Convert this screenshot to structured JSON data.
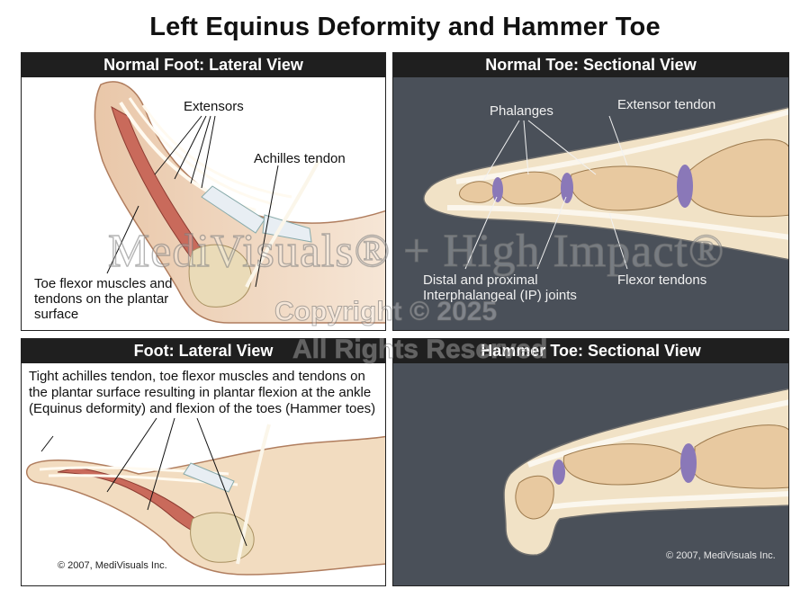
{
  "title": "Left Equinus Deformity and Hammer Toe",
  "panels": {
    "normal_foot": {
      "heading": "Normal Foot:  Lateral View",
      "labels": {
        "extensors": "Extensors",
        "achilles": "Achilles tendon",
        "toe_flexor": "Toe flexor muscles and tendons on the plantar surface"
      }
    },
    "normal_toe": {
      "heading": "Normal Toe:  Sectional View",
      "labels": {
        "phalanges": "Phalanges",
        "extensor_tendon": "Extensor tendon",
        "ip_joints_line1": "Distal and proximal",
        "ip_joints_line2": "Interphalangeal (IP) joints",
        "flexor_tendons": "Flexor tendons"
      }
    },
    "foot": {
      "heading": "Foot:  Lateral View",
      "description": "Tight achilles tendon, toe flexor muscles and tendons on the plantar surface resulting in plantar flexion at the ankle (Equinus deformity) and flexion of the toes (Hammer toes)",
      "copyright": "© 2007, MediVisuals Inc."
    },
    "hammer_toe": {
      "heading": "Hammer Toe:  Sectional View",
      "copyright": "© 2007, MediVisuals Inc."
    }
  },
  "watermark": {
    "line1": "MediVisuals® + High Impact®",
    "line2": "Copyright © 2025",
    "line3": "All Rights Reserved"
  },
  "colors": {
    "header_bar": "#1f1f1f",
    "dark_panel": "#4a5059",
    "bone": "#e8c9a0",
    "cartilage": "#8a78b8",
    "skin": "#f2dcc0",
    "muscle": "#c0564a"
  }
}
